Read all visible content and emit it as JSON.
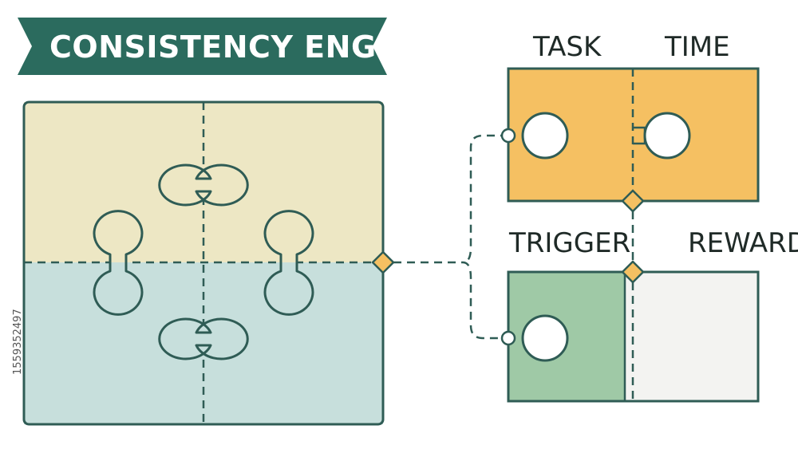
{
  "title": "CONSISTENCY ENGINE",
  "labels": {
    "task": "TASK",
    "time": "TIME",
    "trigger": "TRIGGER",
    "reward": "REWARD"
  },
  "watermark_id": "1559352497",
  "colors": {
    "banner": "#2b6b5e",
    "outline": "#2f5c55",
    "puzzle_top": "#ede7c4",
    "puzzle_bottom": "#c7dfdc",
    "task_time": "#f5c062",
    "trigger": "#9fc9a6",
    "reward": "#f3f3f1",
    "connector_diamond": "#f5c062",
    "background": "#ffffff"
  }
}
